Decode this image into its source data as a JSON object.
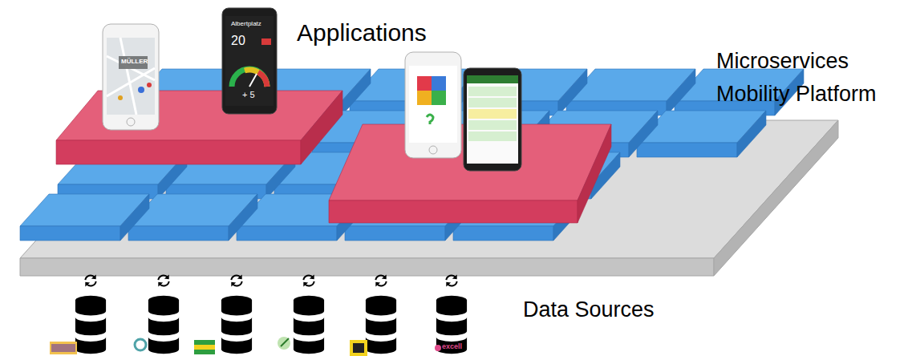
{
  "diagram": {
    "labels": [
      "Applications",
      "Microservices",
      "Mobility Platform",
      "Data Sources",
      "MÜLLER",
      "Albertplatz",
      "20",
      "+ 5",
      "excell"
    ]
  }
}
